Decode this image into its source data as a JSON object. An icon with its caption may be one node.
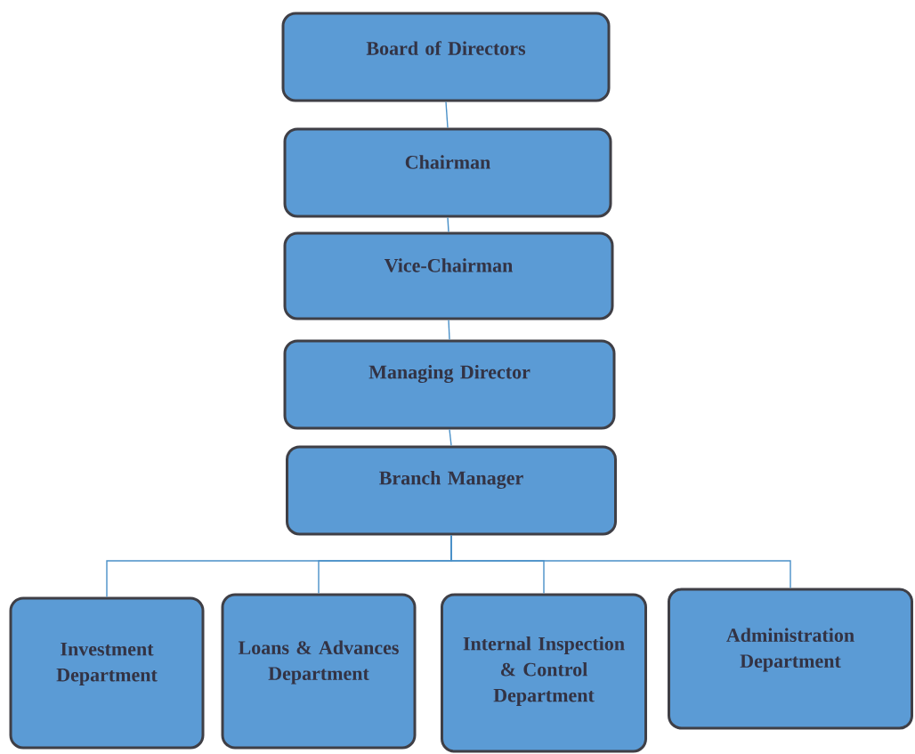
{
  "diagram": {
    "nodes": [
      {
        "text": [
          "Board of Directors"
        ]
      },
      {
        "text": [
          "Chairman"
        ]
      },
      {
        "text": [
          "Vice-Chairman"
        ]
      },
      {
        "text": [
          "Managing Director"
        ]
      },
      {
        "text": [
          "Branch Manager"
        ]
      },
      {
        "text": [
          "Investment Department"
        ]
      },
      {
        "text": [
          "Loans & Advances Department"
        ]
      },
      {
        "text": [
          "Internal Inspection & Control Department"
        ]
      },
      {
        "text": [
          "Administration Department"
        ]
      }
    ],
    "edges": [
      {
        "from": 0,
        "to": 1,
        "arrow": "none"
      },
      {
        "from": 1,
        "to": 2,
        "arrow": "none"
      },
      {
        "from": 2,
        "to": 3,
        "arrow": "none"
      },
      {
        "from": 3,
        "to": 4,
        "arrow": "none"
      },
      {
        "from": 4,
        "to": 5,
        "arrow": "none"
      },
      {
        "from": 4,
        "to": 6,
        "arrow": "none"
      },
      {
        "from": 4,
        "to": 7,
        "arrow": "none"
      },
      {
        "from": 4,
        "to": 8,
        "arrow": "none"
      }
    ]
  }
}
